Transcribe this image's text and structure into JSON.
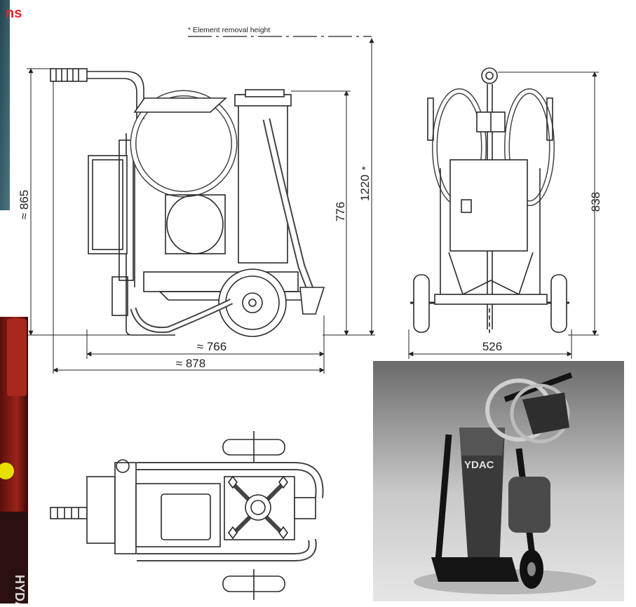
{
  "header": {
    "title": "ns",
    "title_color": "#e8202a"
  },
  "note": "* Element removal height",
  "dimensions": {
    "side_height": "≈ 865",
    "body_height": "776",
    "removal_height": "1220",
    "removal_mark": "*",
    "front_height": "838",
    "wheelbase": "≈ 766",
    "overall_length": "≈ 878",
    "front_width": "526"
  },
  "product_photo": {
    "brand_label": "YDAC"
  },
  "left_photo": {
    "vertical_text": "HYDAC"
  },
  "colors": {
    "line": "#2a2a2a",
    "photo_bg": "#c8c8c8",
    "left_strip_top": "#2f4f5a",
    "left_strip_red": "#8c1d17",
    "highlight_yellow": "#e8e000"
  }
}
